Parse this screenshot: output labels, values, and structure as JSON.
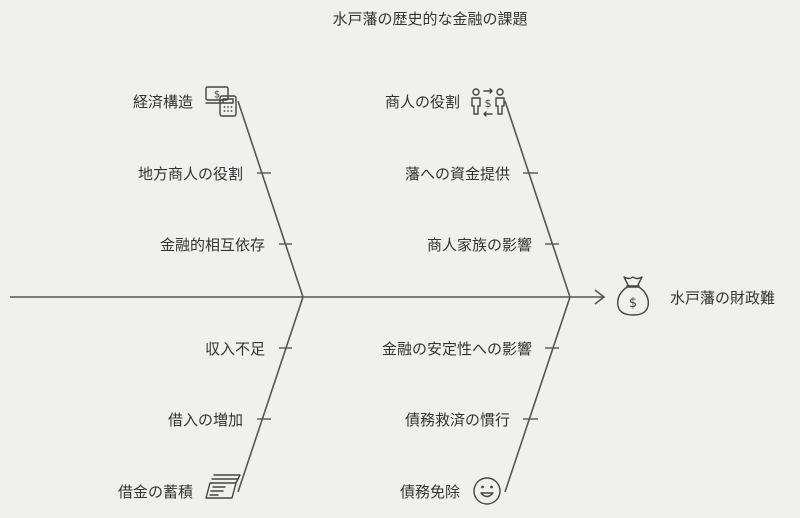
{
  "title": "水戸藩の歴史的な金融の課題",
  "effect": {
    "label": "水戸藩の財政難",
    "icon": "money-bag-icon"
  },
  "causes": {
    "top_left": [
      "経済構造",
      "地方商人の役割",
      "金融的相互依存"
    ],
    "top_right": [
      "商人の役割",
      "藩への資金提供",
      "商人家族の影響"
    ],
    "bottom_left": [
      "収入不足",
      "借入の増加",
      "借金の蓄積"
    ],
    "bottom_right": [
      "金融の安定性への影響",
      "債務救済の慣行",
      "債務免除"
    ]
  },
  "icons": {
    "top_left": "cash-calculator-icon",
    "top_right": "people-exchange-icon",
    "bottom_left": "money-stack-icon",
    "bottom_right": "smiley-face-icon"
  }
}
